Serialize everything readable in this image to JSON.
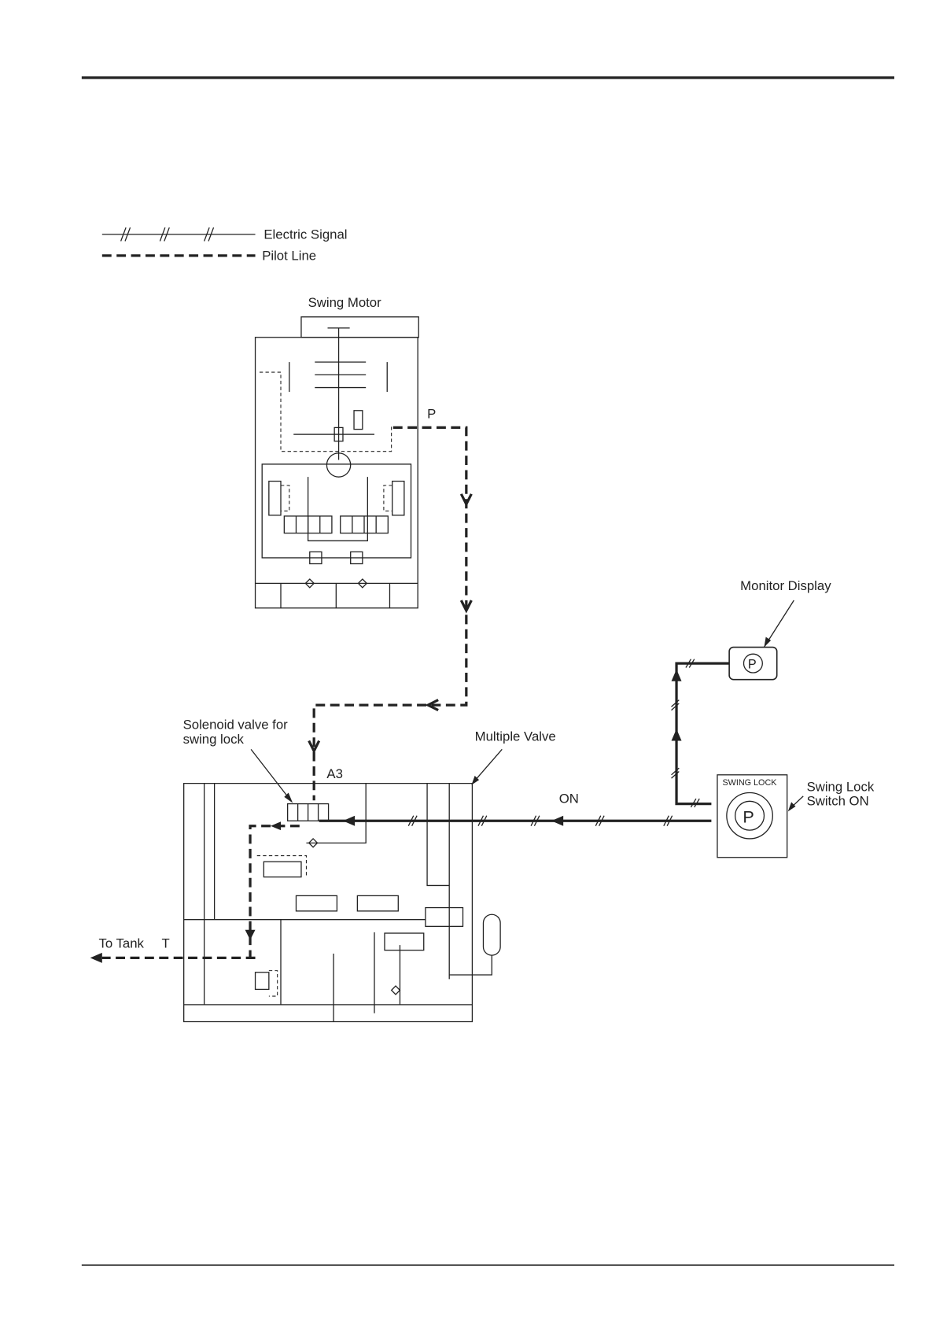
{
  "legend": {
    "electric": "Electric Signal",
    "pilot": "Pilot Line"
  },
  "labels": {
    "swing_motor": "Swing Motor",
    "port_p": "P",
    "monitor_display": "Monitor Display",
    "solenoid_line1": "Solenoid valve for",
    "solenoid_line2": "swing lock",
    "multiple_valve": "Multiple Valve",
    "a3": "A3",
    "on": "ON",
    "swing_lock_line1": "Swing Lock",
    "swing_lock_line2": "Switch ON",
    "swing_lock_panel": "SWING LOCK",
    "to_tank": "To Tank",
    "port_t": "T",
    "p_symbol": "P"
  }
}
